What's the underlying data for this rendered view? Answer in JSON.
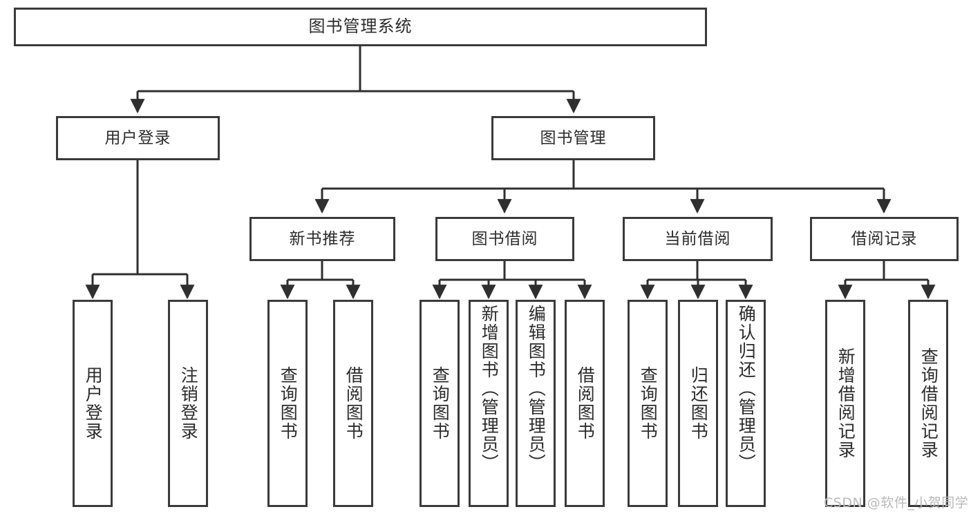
{
  "diagram": {
    "title": "图书管理系统",
    "type": "tree",
    "watermark": "CSDN @软件_小贺同学",
    "colors": {
      "box_border": "#3a3a3a",
      "box_fill": "#ffffff",
      "connector": "#2f2f2f",
      "text": "#2b2b2b",
      "watermark": "#b9b9b9",
      "background": "#ffffff"
    },
    "root": {
      "id": "root",
      "label": "图书管理系统"
    },
    "level2": [
      {
        "id": "user-login",
        "label": "用户登录"
      },
      {
        "id": "book-manage",
        "label": "图书管理"
      }
    ],
    "level3": [
      {
        "id": "new-book-rec",
        "label": "新书推荐",
        "parent": "book-manage"
      },
      {
        "id": "book-borrow",
        "label": "图书借阅",
        "parent": "book-manage"
      },
      {
        "id": "current-borrow",
        "label": "当前借阅",
        "parent": "book-manage"
      },
      {
        "id": "borrow-record",
        "label": "借阅记录",
        "parent": "book-manage"
      }
    ],
    "leaves": [
      {
        "id": "leaf-user-login",
        "label": "用户登录",
        "parent": "user-login"
      },
      {
        "id": "leaf-logout",
        "label": "注销登录",
        "parent": "user-login"
      },
      {
        "id": "leaf-query-book-1",
        "label": "查询图书",
        "parent": "new-book-rec"
      },
      {
        "id": "leaf-borrow-book-1",
        "label": "借阅图书",
        "parent": "new-book-rec"
      },
      {
        "id": "leaf-query-book-2",
        "label": "查询图书",
        "parent": "book-borrow"
      },
      {
        "id": "leaf-add-book",
        "label": "新增图书（管理员）",
        "parent": "book-borrow"
      },
      {
        "id": "leaf-edit-book",
        "label": "编辑图书（管理员）",
        "parent": "book-borrow"
      },
      {
        "id": "leaf-borrow-book-2",
        "label": "借阅图书",
        "parent": "book-borrow"
      },
      {
        "id": "leaf-query-book-3",
        "label": "查询图书",
        "parent": "current-borrow"
      },
      {
        "id": "leaf-return-book",
        "label": "归还图书",
        "parent": "current-borrow"
      },
      {
        "id": "leaf-confirm-return",
        "label": "确认归还（管理员）",
        "parent": "current-borrow"
      },
      {
        "id": "leaf-add-record",
        "label": "新增借阅记录",
        "parent": "borrow-record"
      },
      {
        "id": "leaf-query-record",
        "label": "查询借阅记录",
        "parent": "borrow-record"
      }
    ]
  }
}
